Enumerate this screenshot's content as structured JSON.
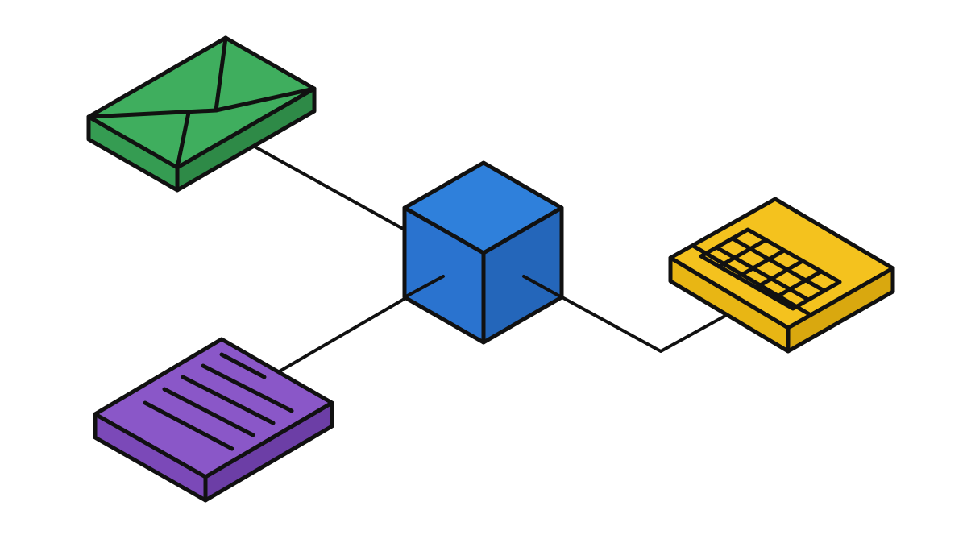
{
  "diagram": {
    "nodes": [
      {
        "id": "hub",
        "icon": "cube-icon",
        "color_top": "#2F80DB",
        "color_left": "#2A73CF",
        "color_right": "#2466BA"
      },
      {
        "id": "email",
        "icon": "envelope-icon",
        "color_top": "#3FAE5E",
        "color_left": "#359C52",
        "color_right": "#2E8A47"
      },
      {
        "id": "document",
        "icon": "document-icon",
        "color_top": "#8A57C8",
        "color_left": "#7B49B8",
        "color_right": "#6C3EA6"
      },
      {
        "id": "calendar",
        "icon": "calendar-icon",
        "color_top": "#F4C21E",
        "color_left": "#E8B614",
        "color_right": "#D9A80F"
      }
    ],
    "edges": [
      {
        "from": "email",
        "to": "hub"
      },
      {
        "from": "document",
        "to": "hub"
      },
      {
        "from": "calendar",
        "to": "hub"
      }
    ],
    "stroke_color": "#111111",
    "background": "#FFFFFF"
  }
}
